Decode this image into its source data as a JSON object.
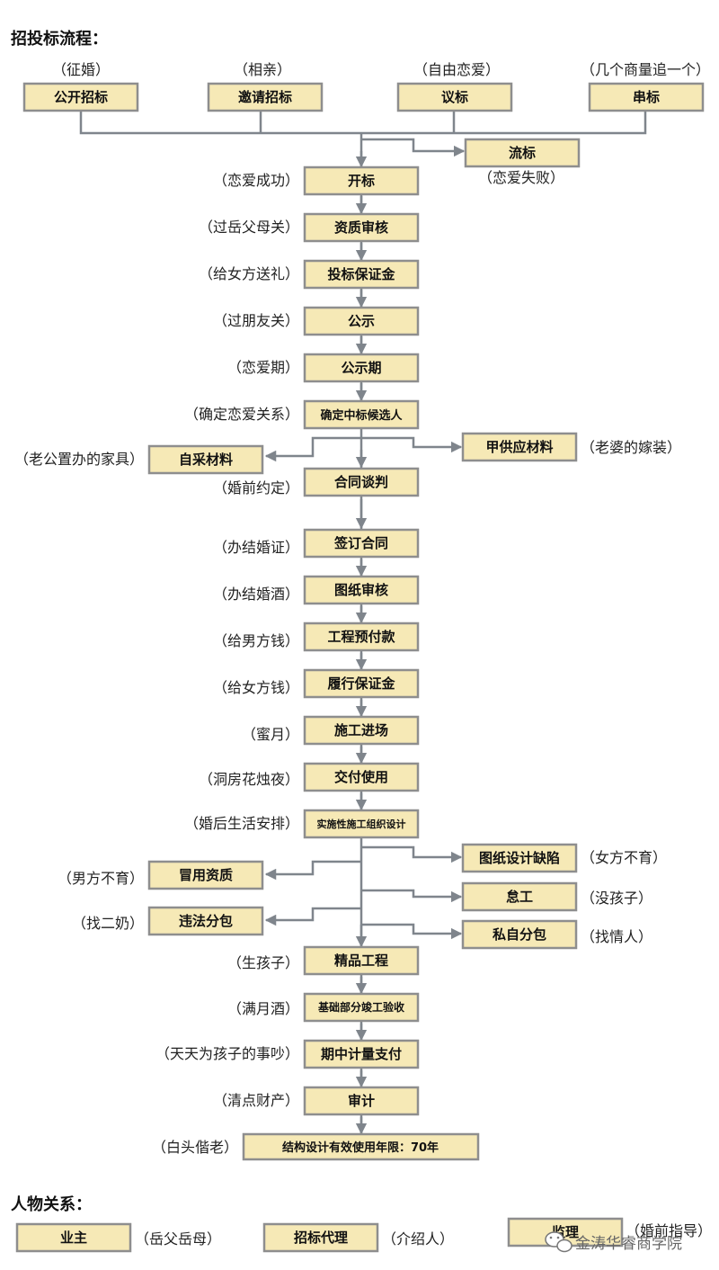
{
  "headings": {
    "process": "招投标流程：",
    "relations": "人物关系："
  },
  "nodes": {
    "gongkai": "公开招标",
    "yaoqing": "邀请招标",
    "yibiao": "议标",
    "chuanbiao": "串标",
    "liubiao": "流标",
    "kaibiao": "开标",
    "zizhi": "资质审核",
    "baozhengjin": "投标保证金",
    "gongshi": "公示",
    "gongshiqi": "公示期",
    "queding": "确定中标候选人",
    "zicai": "自采材料",
    "jiagong": "甲供应材料",
    "hetong": "合同谈判",
    "qianding": "签订合同",
    "tuzhi": "图纸审核",
    "yufu": "工程预付款",
    "lvxing": "履行保证金",
    "jinchang": "施工进场",
    "jiaofu": "交付使用",
    "sheji": "实施性施工组织设计",
    "queixian": "图纸设计缺陷",
    "maoyong": "冒用资质",
    "daigong": "怠工",
    "weifa": "违法分包",
    "sizi": "私自分包",
    "jingpin": "精品工程",
    "jichu": "基础部分竣工验收",
    "qizhong": "期中计量支付",
    "shenji": "审计",
    "jiegou": "结构设计有效使用年限：70年",
    "yezhu": "业主",
    "daili": "招标代理",
    "jianli": "监理"
  },
  "notes": {
    "gongkai": "（征婚）",
    "yaoqing": "（相亲）",
    "yibiao": "（自由恋爱）",
    "chuanbiao": "（几个商量追一个）",
    "liubiao": "（恋爱失败）",
    "kaibiao": "（恋爱成功）",
    "zizhi": "（过岳父母关）",
    "baozhengjin": "（给女方送礼）",
    "gongshi": "（过朋友关）",
    "gongshiqi": "（恋爱期）",
    "queding": "（确定恋爱关系）",
    "zicai": "（老公置办的家具）",
    "jiagong": "（老婆的嫁装）",
    "hetong": "（婚前约定）",
    "qianding": "（办结婚证）",
    "tuzhi": "（办结婚酒）",
    "yufu": "（给男方钱）",
    "lvxing": "（给女方钱）",
    "jinchang": "（蜜月）",
    "jiaofu": "（洞房花烛夜）",
    "sheji": "（婚后生活安排）",
    "queixian": "（女方不育）",
    "maoyong": "（男方不育）",
    "daigong": "（没孩子）",
    "weifa": "（找二奶）",
    "sizi": "（找情人）",
    "jingpin": "（生孩子）",
    "jichu": "（满月酒）",
    "qizhong": "（天天为孩子的事吵）",
    "shenji": "（清点财产）",
    "jiegou": "（白头偕老）",
    "yezhu": "（岳父岳母）",
    "daili": "（介绍人）",
    "jianli": "（婚前指导）"
  },
  "watermark": "金涛华睿商学院",
  "watermark_icon": "wechat-icon",
  "colors": {
    "box_fill": "#f6e9b6",
    "box_border": "#8e8e8e",
    "connector": "#7f858c"
  }
}
